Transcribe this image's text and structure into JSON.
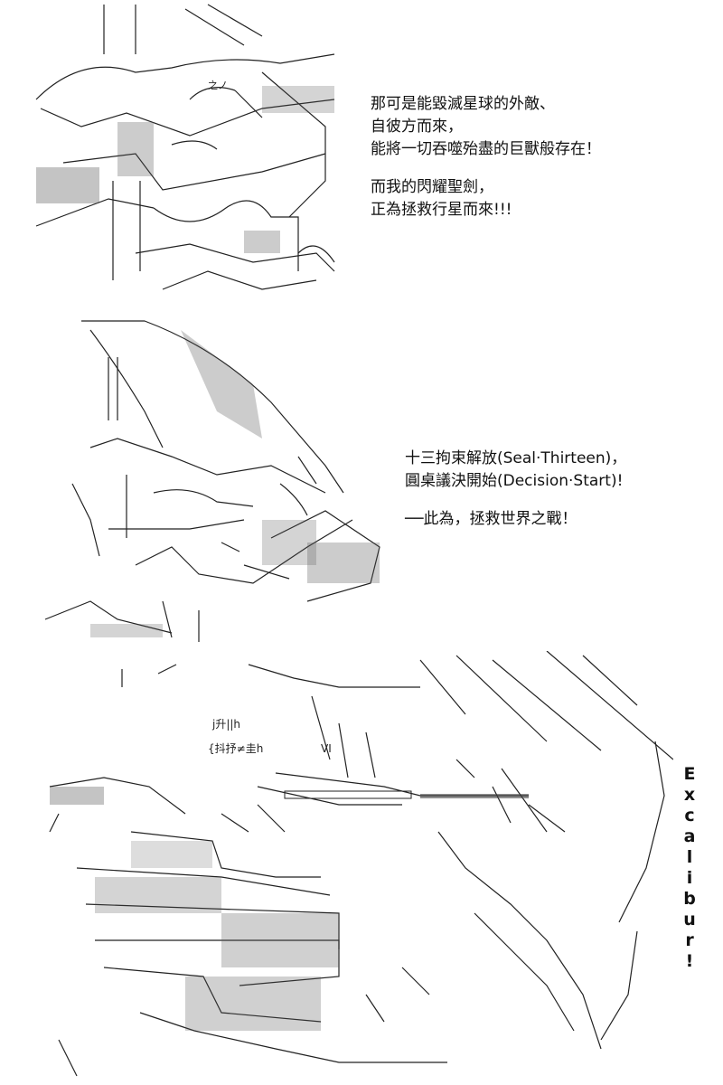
{
  "panels": [
    {
      "lines": [
        "那可是能毀滅星球的外敵、",
        "自彼方而來，",
        "能將一切吞噬殆盡的巨獸般存在！",
        "",
        "而我的閃耀聖劍，",
        "正為拯救行星而來!!!"
      ]
    },
    {
      "lines": [
        "十三拘束解放(Seal·Thirteen)，",
        "圓桌議決開始(Decision·Start)!",
        "",
        "──此為，拯救世界之戰！"
      ]
    },
    {
      "vertical_text": [
        "E",
        "x",
        "c",
        "a",
        "l",
        "i",
        "b",
        "u",
        "r",
        "!"
      ]
    }
  ],
  "art_labels": {
    "panel1_kanji": "之ノ",
    "panel3_kanji1": "j升||h",
    "panel3_kanji2": "{抖抒≠圭h",
    "panel3_roman": "VI"
  }
}
